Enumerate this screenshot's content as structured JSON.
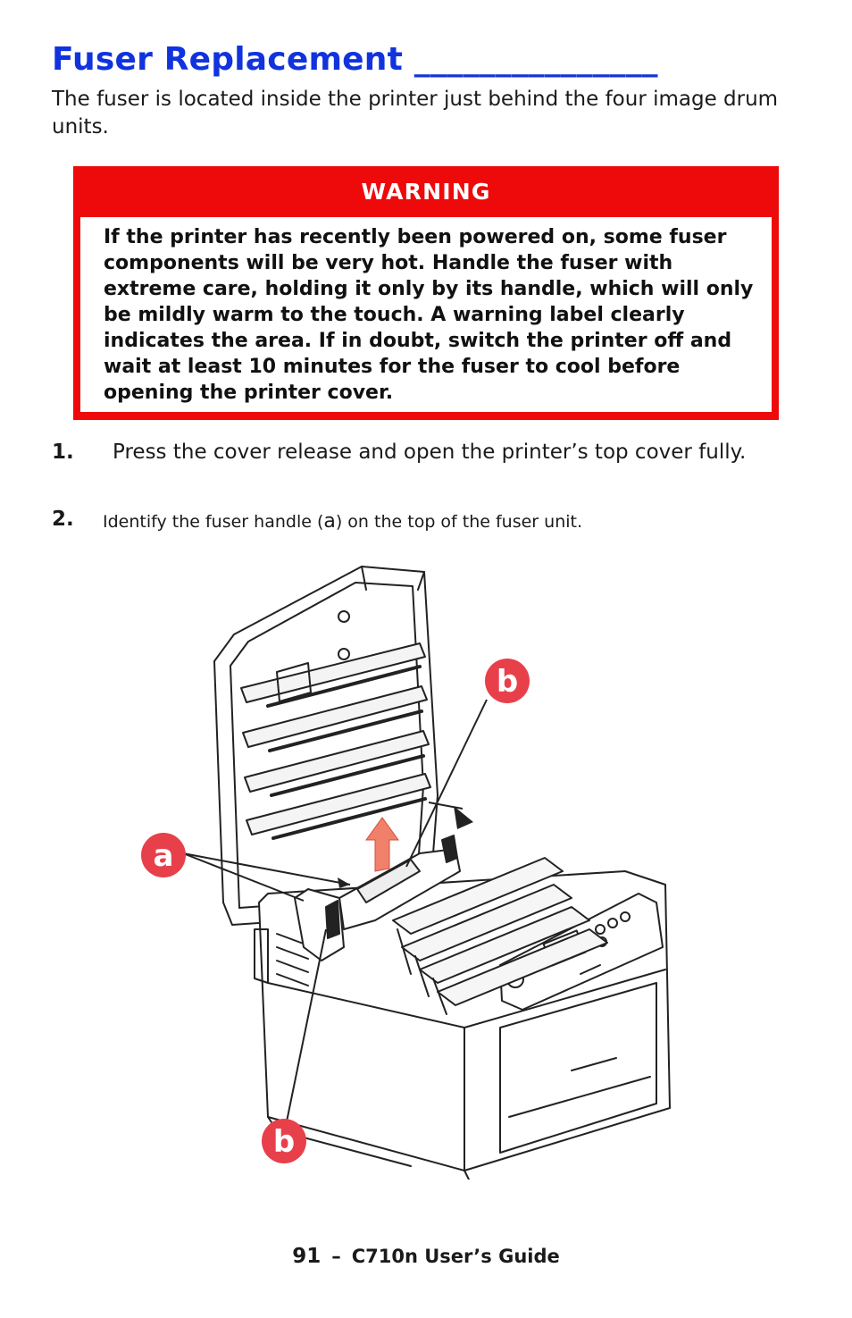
{
  "title": "Fuser Replacement _______________",
  "intro": "The fuser is located inside the printer just behind the four image drum units.",
  "warning": {
    "heading": "WARNING",
    "text": "If the printer has recently been powered on, some fuser components will be very hot. Handle the fuser with extreme care, holding it only by its handle, which will only be mildly warm to the touch. A warning label clearly indicates the area. If in doubt, switch the printer off and wait at least 10 minutes for the fuser to cool before opening the printer cover."
  },
  "steps": [
    {
      "number": "1.",
      "text": "Press the cover release and open the printer’s top cover fully."
    },
    {
      "number": "2.",
      "text_before": "Identify the fuser handle (",
      "letter": "a",
      "text_after": ") on the top of the fuser unit."
    }
  ],
  "figure": {
    "callouts": {
      "a": "a",
      "b_top": "b",
      "b_bottom": "b"
    },
    "colors": {
      "callout": "#e8404a",
      "arrow_up": "#f0806a",
      "line": "#222222"
    }
  },
  "footer": {
    "page": "91",
    "separator": "–",
    "guide": "C710n User’s Guide"
  },
  "colors": {
    "title": "#1133dd",
    "warning": "#ee0a0a"
  }
}
